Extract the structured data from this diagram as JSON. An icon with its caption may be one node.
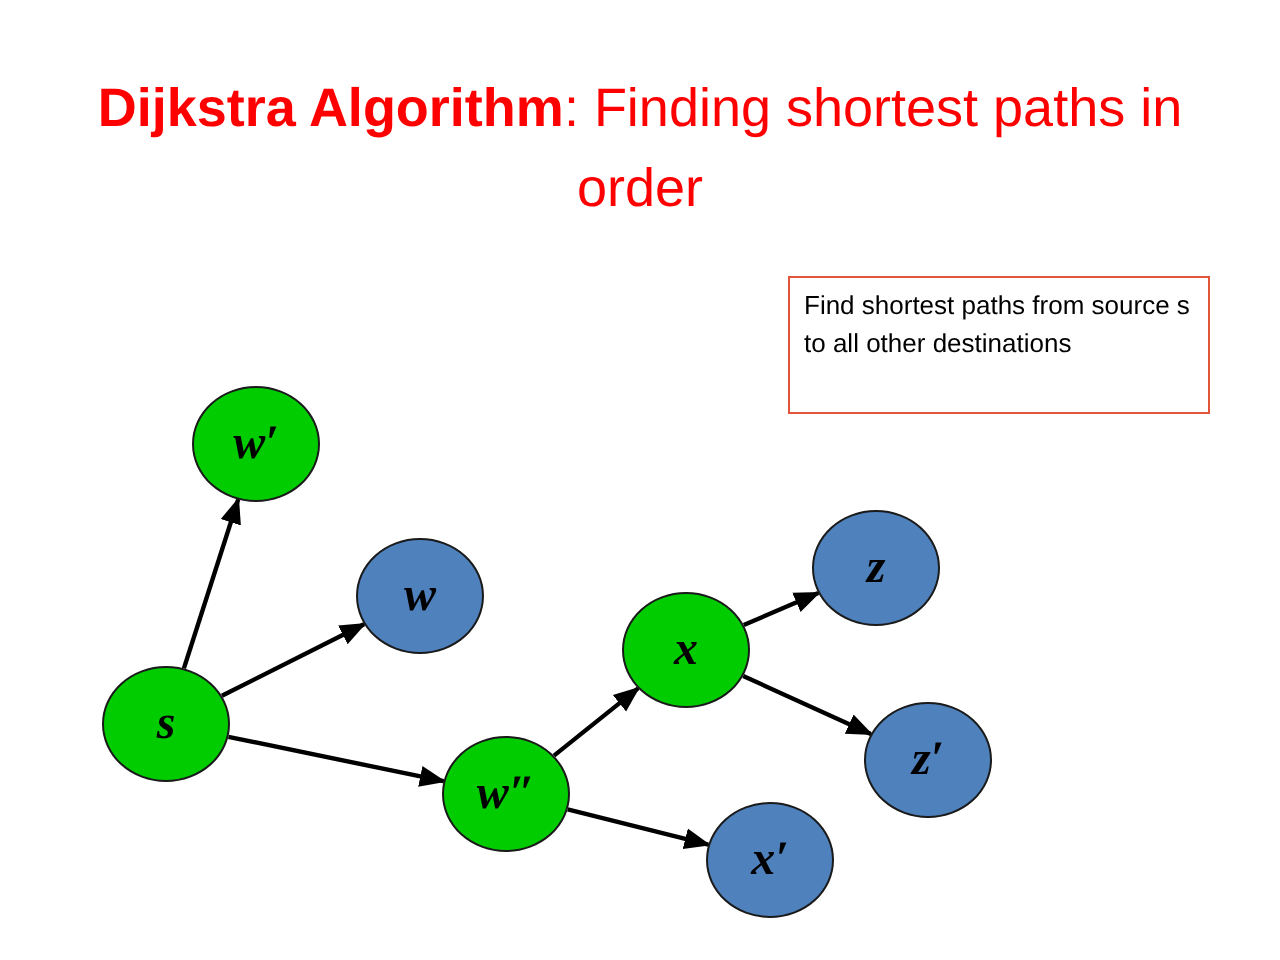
{
  "diagram": {
    "title": "**Dijkstra Algorithm**:  Finding shortest paths in order",
    "nodes": [
      {
        "text": [
          "Find shortest paths from source s to all other destinations"
        ]
      },
      {
        "text": [
          "w′"
        ]
      },
      {
        "text": [
          "w"
        ]
      },
      {
        "text": [
          "s"
        ]
      },
      {
        "text": [
          "w″"
        ]
      },
      {
        "text": [
          "x"
        ]
      },
      {
        "text": [
          "z"
        ]
      },
      {
        "text": [
          "z′"
        ]
      },
      {
        "text": [
          "x′"
        ]
      }
    ],
    "edges": [
      {
        "from": 3,
        "to": 1,
        "arrow": "to"
      },
      {
        "from": 3,
        "to": 2,
        "arrow": "to"
      },
      {
        "from": 3,
        "to": 4,
        "arrow": "to"
      },
      {
        "from": 4,
        "to": 5,
        "arrow": "to"
      },
      {
        "from": 4,
        "to": 8,
        "arrow": "to"
      },
      {
        "from": 5,
        "to": 6,
        "arrow": "to"
      },
      {
        "from": 5,
        "to": 7,
        "arrow": "to"
      }
    ]
  }
}
